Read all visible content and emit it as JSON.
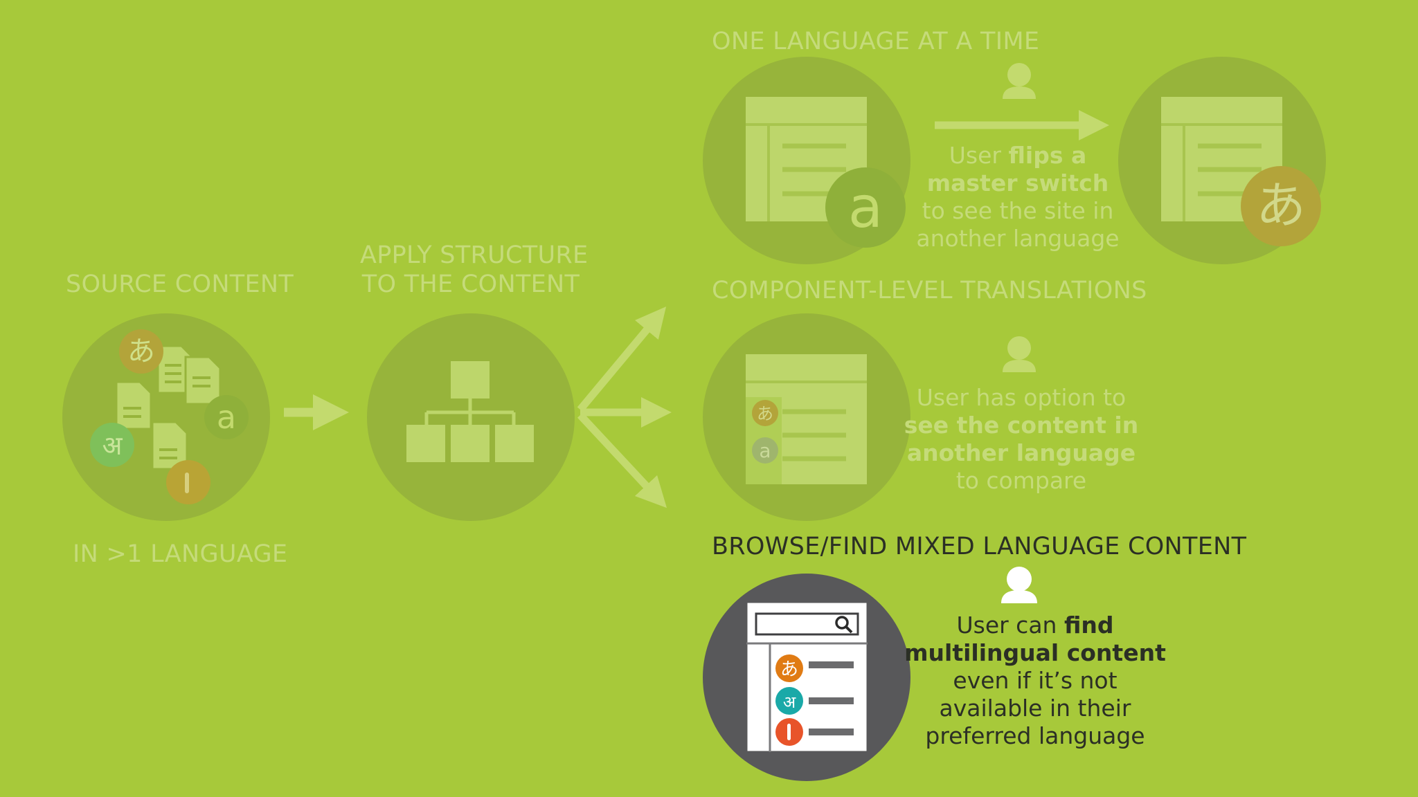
{
  "labels": {
    "source_content": "SOURCE CONTENT",
    "in_more_than_one_language": "IN >1 LANGUAGE",
    "apply_structure_line1": "APPLY STRUCTURE",
    "apply_structure_line2": "TO THE CONTENT",
    "one_language": "ONE LANGUAGE AT A TIME",
    "component_level": "COMPONENT-LEVEL TRANSLATIONS",
    "browse_find": "BROWSE/FIND MIXED LANGUAGE CONTENT"
  },
  "descriptions": {
    "one_language": {
      "l1a": "User ",
      "l1b": "flips a",
      "l2": "master switch",
      "l3": "to see the site in",
      "l4": "another language"
    },
    "component_level": {
      "l1": "User has option to",
      "l2": "see the content in",
      "l3": "another language",
      "l4": "to compare"
    },
    "browse_find": {
      "l1a": "User can ",
      "l1b": "find",
      "l2": "multilingual content",
      "l3": "even if it’s not",
      "l4": "available in their",
      "l5": "preferred language"
    }
  },
  "glyphs": {
    "hiragana_a": "あ",
    "latin_a": "a",
    "devanagari_a": "अ",
    "arabic_alif": "ا"
  },
  "colors": {
    "background": "#a7c93a",
    "faded_circle": "#97b43b",
    "faded_element": "#b8d45a",
    "dark_circle": "#58585a",
    "orange": "#e07b14",
    "teal": "#1aa9a8",
    "red_orange": "#e8542a",
    "dark_text": "#2b2f25"
  }
}
